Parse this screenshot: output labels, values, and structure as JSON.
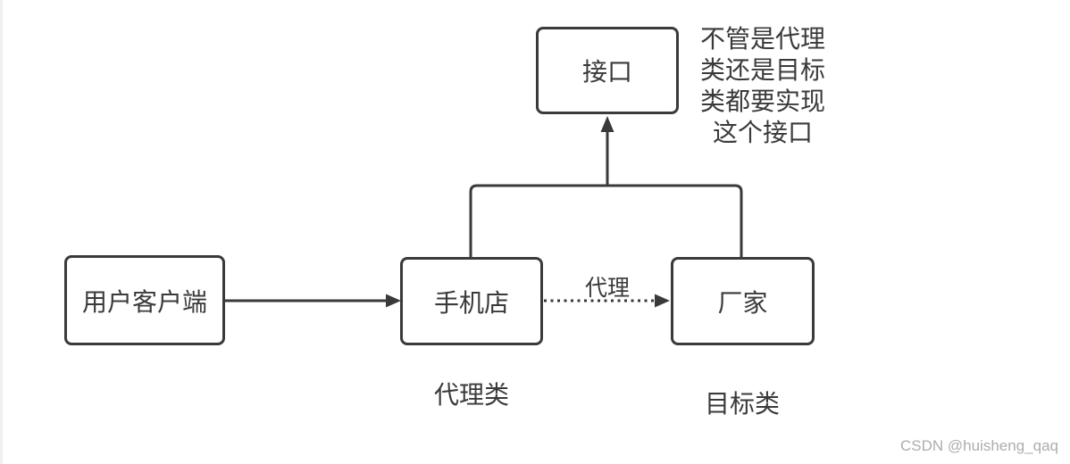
{
  "diagram": {
    "interface_box": {
      "label": "接口"
    },
    "client_box": {
      "label": "用户客户端"
    },
    "proxy_box": {
      "label": "手机店"
    },
    "target_box": {
      "label": "厂家"
    },
    "proxy_edge_label": "代理",
    "proxy_class_caption": "代理类",
    "target_class_caption": "目标类",
    "annotation": "不管是代理\n类还是目标\n类都要实现\n这个接口"
  },
  "watermark": "CSDN @huisheng_qaq",
  "colors": {
    "line": "#3a3a3a",
    "text": "#3a3a3a",
    "watermark": "#adadad",
    "background": "#ffffff",
    "edge_strip": "#f0f0f0"
  }
}
